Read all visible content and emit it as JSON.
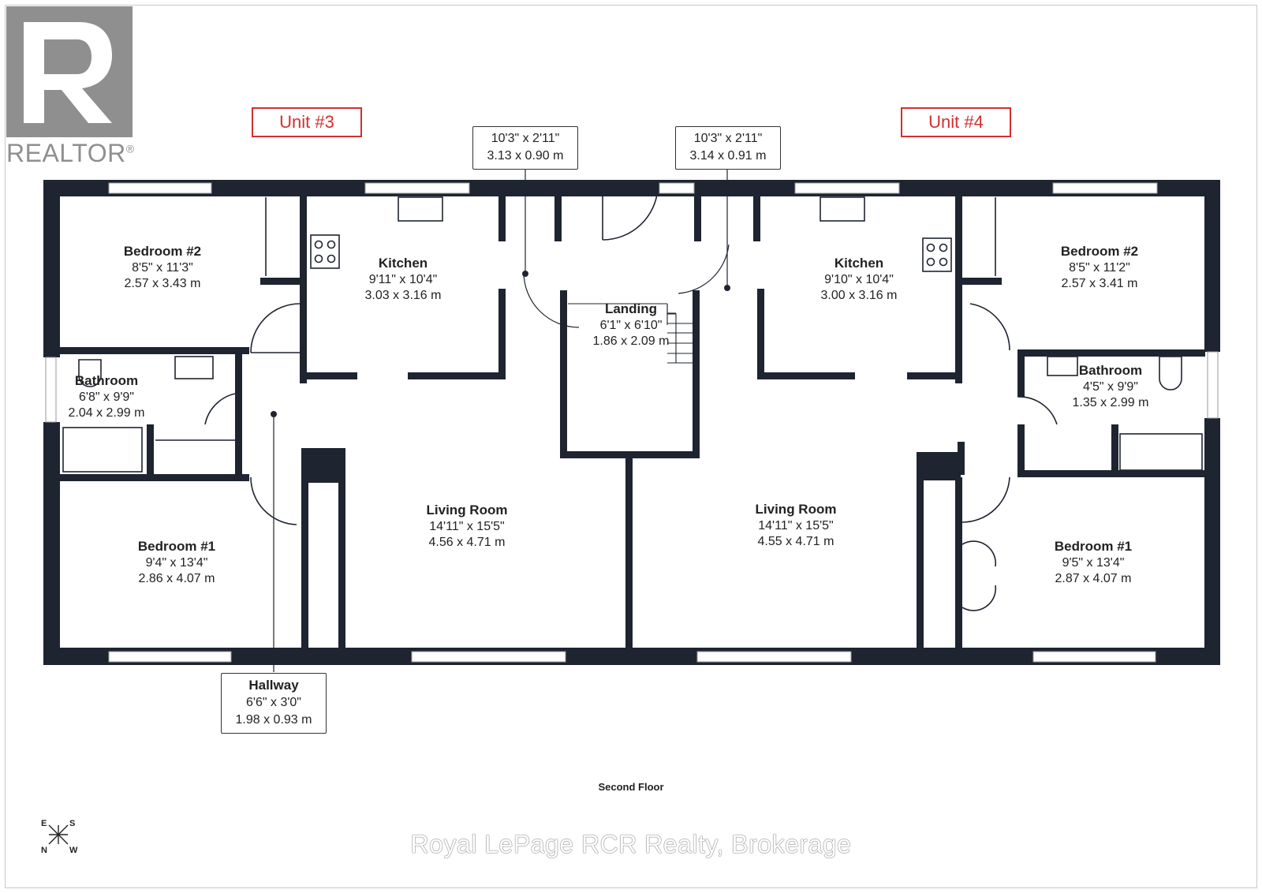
{
  "logo": {
    "text": "REALTOR",
    "mark": "®"
  },
  "units": [
    {
      "label": "Unit #3"
    },
    {
      "label": "Unit #4"
    }
  ],
  "rooms": {
    "u3_bedroom2": {
      "name": "Bedroom #2",
      "imperial": "8'5\" x 11'3\"",
      "metric": "2.57 x 3.43 m"
    },
    "u3_kitchen": {
      "name": "Kitchen",
      "imperial": "9'11\" x 10'4\"",
      "metric": "3.03 x 3.16 m"
    },
    "u3_bathroom": {
      "name": "Bathroom",
      "imperial": "6'8\" x 9'9\"",
      "metric": "2.04 x 2.99 m"
    },
    "u3_bedroom1": {
      "name": "Bedroom #1",
      "imperial": "9'4\" x 13'4\"",
      "metric": "2.86 x 4.07 m"
    },
    "u3_living": {
      "name": "Living Room",
      "imperial": "14'11\" x 15'5\"",
      "metric": "4.56 x 4.71 m"
    },
    "landing": {
      "name": "Landing",
      "imperial": "6'1\" x 6'10\"",
      "metric": "1.86 x 2.09 m"
    },
    "u4_kitchen": {
      "name": "Kitchen",
      "imperial": "9'10\" x 10'4\"",
      "metric": "3.00 x 3.16 m"
    },
    "u4_bedroom2": {
      "name": "Bedroom #2",
      "imperial": "8'5\" x 11'2\"",
      "metric": "2.57 x 3.41 m"
    },
    "u4_bathroom": {
      "name": "Bathroom",
      "imperial": "4'5\" x 9'9\"",
      "metric": "1.35 x 2.99 m"
    },
    "u4_living": {
      "name": "Living Room",
      "imperial": "14'11\" x 15'5\"",
      "metric": "4.55 x 4.71 m"
    },
    "u4_bedroom1": {
      "name": "Bedroom #1",
      "imperial": "9'5\" x 13'4\"",
      "metric": "2.87 x 4.07 m"
    }
  },
  "callouts": {
    "entry_left": {
      "imperial": "10'3\" x 2'11\"",
      "metric": "3.13 x 0.90 m"
    },
    "entry_right": {
      "imperial": "10'3\" x 2'11\"",
      "metric": "3.14 x 0.91 m"
    },
    "hallway": {
      "name": "Hallway",
      "imperial": "6'6\" x 3'0\"",
      "metric": "1.98 x 0.93 m"
    }
  },
  "floor_label": "Second Floor",
  "compass": {
    "e": "E",
    "s": "S",
    "n": "N",
    "w": "W"
  },
  "watermark": "Royal LePage RCR Realty, Brokerage",
  "colors": {
    "wall": "#1e2430",
    "unit_tag": "#d32f2f",
    "logo": "#8f8f8f"
  }
}
